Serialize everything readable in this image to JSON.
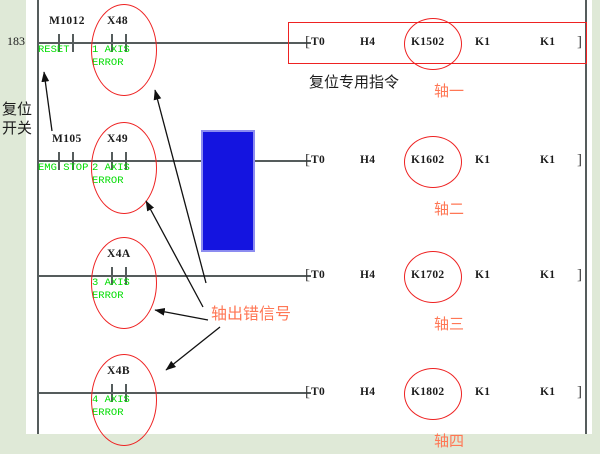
{
  "editor": {
    "type": "plc-ladder-diagram",
    "step_number": "183",
    "background_color": "#ffffff",
    "page_border_color": "#dfe9d7",
    "rail_color": "#555c5c",
    "comment_color": "#00dd00",
    "annotation_red": "#ee2222",
    "annotation_orange": "#ff7755",
    "selection_color": "#1414e0"
  },
  "rungs": [
    {
      "step": "183",
      "contacts": [
        {
          "label": "M1012",
          "comment": "RESET"
        },
        {
          "label": "X48",
          "comment": "1 AXIS\nERROR"
        }
      ],
      "instruction": {
        "open_bracket": "[",
        "tokens": [
          "T0",
          "H4",
          "K1502",
          "K1",
          "K1"
        ],
        "close_bracket": "]",
        "highlighted_token": "K1502"
      },
      "axis_label": "轴一"
    },
    {
      "step": "",
      "contacts": [
        {
          "label": "M105",
          "comment": "EMG STOP"
        },
        {
          "label": "X49",
          "comment": "2 AXIS\nERROR"
        }
      ],
      "instruction": {
        "open_bracket": "[",
        "tokens": [
          "T0",
          "H4",
          "K1602",
          "K1",
          "K1"
        ],
        "close_bracket": "]",
        "highlighted_token": "K1602"
      },
      "axis_label": "轴二"
    },
    {
      "step": "",
      "contacts": [
        {
          "label": "X4A",
          "comment": "3 AXIS\nERROR"
        }
      ],
      "instruction": {
        "open_bracket": "[",
        "tokens": [
          "T0",
          "H4",
          "K1702",
          "K1",
          "K1"
        ],
        "close_bracket": "]",
        "highlighted_token": "K1702"
      },
      "axis_label": "轴三"
    },
    {
      "step": "",
      "contacts": [
        {
          "label": "X4B",
          "comment": "4 AXIS\nERROR"
        }
      ],
      "instruction": {
        "open_bracket": "[",
        "tokens": [
          "T0",
          "H4",
          "K1802",
          "K1",
          "K1"
        ],
        "close_bracket": "]",
        "highlighted_token": "K1802"
      },
      "axis_label": "轴四"
    }
  ],
  "annotations": {
    "reset_switch": "复位\n开关",
    "reset_switch_line1": "复位",
    "reset_switch_line2": "开关",
    "reset_instruction": "复位专用指令",
    "axis_error_signal": "轴出错信号",
    "axis_1": "轴一",
    "axis_2": "轴二",
    "axis_3": "轴三",
    "axis_4": "轴四"
  }
}
